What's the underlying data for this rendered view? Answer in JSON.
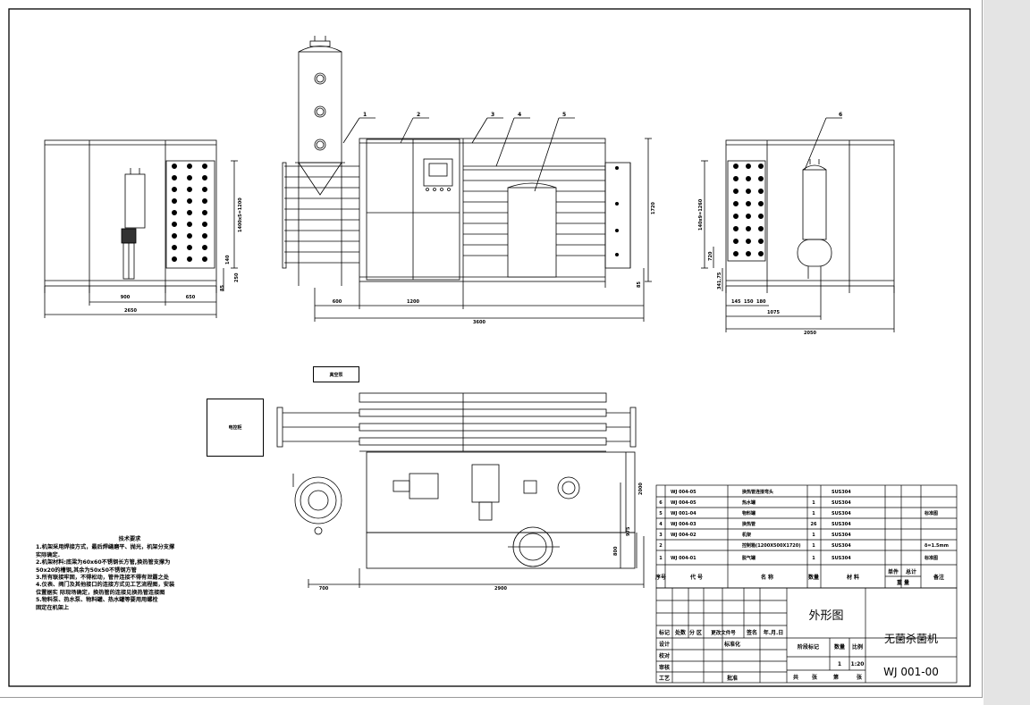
{
  "drawing": {
    "part_labels": [
      "1",
      "2",
      "3",
      "4",
      "5",
      "6"
    ],
    "dims": {
      "left_width_900": "900",
      "left_width_650": "650",
      "left_total_2650": "2650",
      "left_h_1400": "1400x5=1200",
      "left_h_140": "140",
      "left_h_250": "250",
      "left_h_85": "85",
      "front_600": "600",
      "front_1200": "1200",
      "front_3600": "3600",
      "front_1720": "1720",
      "front_85": "85",
      "right_h": "140x9=1260",
      "right_720": "720",
      "right_34175": "341.75",
      "right_145": "145",
      "right_150": "150",
      "right_180": "180",
      "right_1075": "1075",
      "right_2050": "2050",
      "plan_700": "700",
      "plan_2900": "2900",
      "plan_2000": "2000",
      "plan_975": "975",
      "plan_800": "800"
    },
    "box_vacuum": "真空泵",
    "box_ctrl": "电控柜"
  },
  "notes": {
    "title": "技术要求",
    "lines": [
      "1.机架采用焊接方式，最后焊缝磨平、抛光，机架分支撑",
      "实际确定.",
      "2.机架材料:底梁为60x60不锈钢长方管,换热管支撑为",
      "50x20的槽钢,其余为50x50不锈钢方管",
      "3.所有联接牢固，不得松动，管件连接不得有泄露之处",
      "4.仪表、阀门及其他接口的连接方式见工艺流程图，安装",
      "位置据实  际现场确定，换热管的连接见换热管连接图",
      "5.物料泵、热水泵、物料罐、热水罐等要用用螺栓",
      "  固定在机架上"
    ]
  },
  "bom": {
    "rows": [
      {
        "no": "",
        "code": "WJ 004-05",
        "name": "换热管连接弯头",
        "qty": "",
        "mat": "SUS304",
        "remark": ""
      },
      {
        "no": "6",
        "code": "WJ 004-05",
        "name": "热水罐",
        "qty": "1",
        "mat": "SUS304",
        "remark": ""
      },
      {
        "no": "5",
        "code": "WJ 001-04",
        "name": "物料罐",
        "qty": "1",
        "mat": "SUS304",
        "remark": "标准图"
      },
      {
        "no": "4",
        "code": "WJ 004-03",
        "name": "换热管",
        "qty": "26",
        "mat": "SUS304",
        "remark": ""
      },
      {
        "no": "3",
        "code": "WJ 004-02",
        "name": "机架",
        "qty": "1",
        "mat": "SUS304",
        "remark": ""
      },
      {
        "no": "2",
        "code": "",
        "name": "控制箱(1200X500X1720)",
        "qty": "1",
        "mat": "SUS304",
        "remark": "δ=1.5mm"
      },
      {
        "no": "1",
        "code": "WJ 004-01",
        "name": "脱气罐",
        "qty": "1",
        "mat": "SUS304",
        "remark": "标准图"
      }
    ],
    "header": {
      "no": "序号",
      "code": "代 号",
      "name": "名 称",
      "qty": "数量",
      "mat": "材 料",
      "unit_weight": "单件",
      "total_weight": "总计",
      "weight": "重 量",
      "remark": "备注"
    }
  },
  "title_block": {
    "drawing_title": "外形图",
    "product": "无菌杀菌机",
    "number": "WJ 001-00",
    "scale": "1:20",
    "qty": "1",
    "mark": "标记",
    "count": "处数",
    "zone": "分 区",
    "change_doc": "更改文件号",
    "sign": "签名",
    "date": "年.月.日",
    "design": "设计",
    "standardize": "标准化",
    "check": "校对",
    "review": "审核",
    "process": "工艺",
    "approve": "批准",
    "stage_mark": "阶段标记",
    "qty_label": "数量",
    "scale_label": "比例",
    "total": "共",
    "sheets": "张",
    "sheet_no": "第",
    "sheet_unit": "张"
  }
}
